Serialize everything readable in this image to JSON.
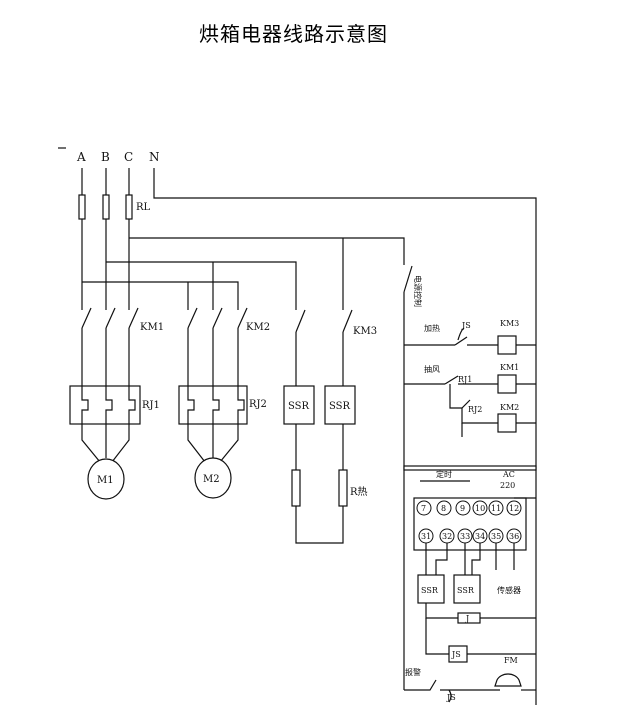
{
  "title": "烘箱电器线路示意图",
  "phases": {
    "a": "A",
    "b": "B",
    "c": "C",
    "n": "N"
  },
  "labels": {
    "rl": "RL",
    "km1": "KM1",
    "km2": "KM2",
    "km3": "KM3",
    "rj1": "RJ1",
    "rj2": "RJ2",
    "ssr": "SSR",
    "r_heat": "R热",
    "m1": "M1",
    "m2": "M2",
    "power_ctrl": "电源控制",
    "heat": "加热",
    "js": "JS",
    "fan": "抽风",
    "rj1_small": "RJ1",
    "rj2_small": "RJ2",
    "timer": "定时",
    "ac": "AC",
    "v220": "220",
    "t7": "7",
    "t8": "8",
    "t9": "9",
    "t10": "10",
    "t11": "11",
    "t12": "12",
    "t31": "31",
    "t32": "32",
    "t33": "33",
    "t34": "34",
    "t35": "35",
    "t36": "36",
    "sensor": "传感器",
    "j": "J",
    "alarm": "报警",
    "fm": "FM"
  }
}
